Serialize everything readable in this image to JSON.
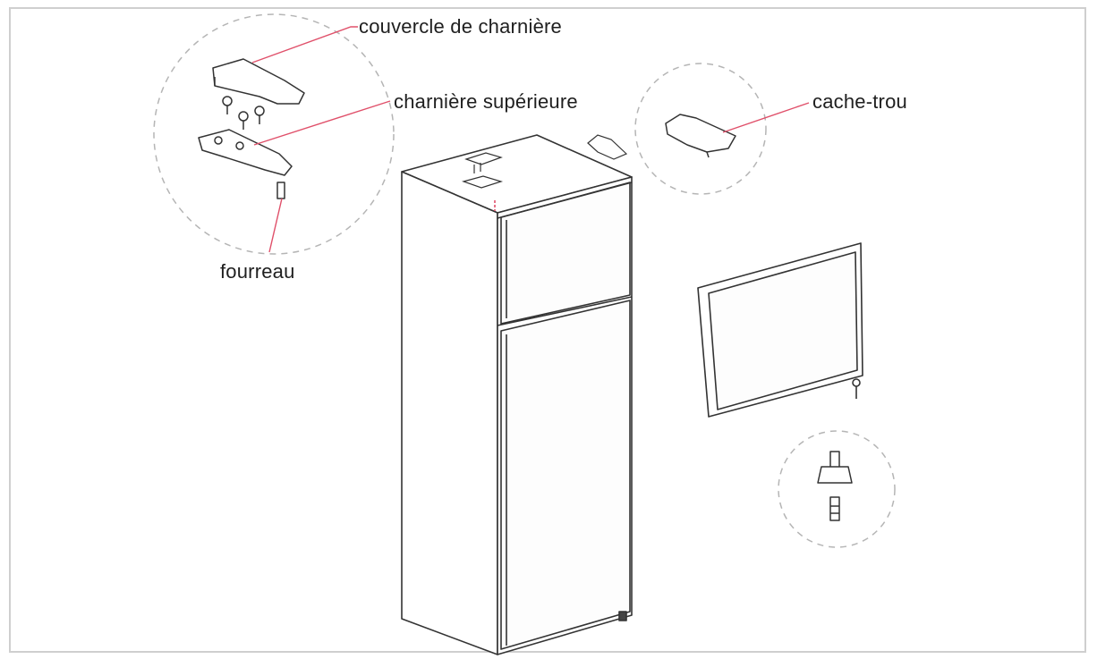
{
  "labels": {
    "hinge_cover": "couvercle de charnière",
    "upper_hinge": "charnière supérieure",
    "hole_cap": "cache-trou",
    "sleeve": "fourreau"
  },
  "colors": {
    "leader_line": "#e0506a",
    "outline": "#333333",
    "dashed_circle": "#b5b5b5",
    "frame_border": "#cfcfcf"
  }
}
